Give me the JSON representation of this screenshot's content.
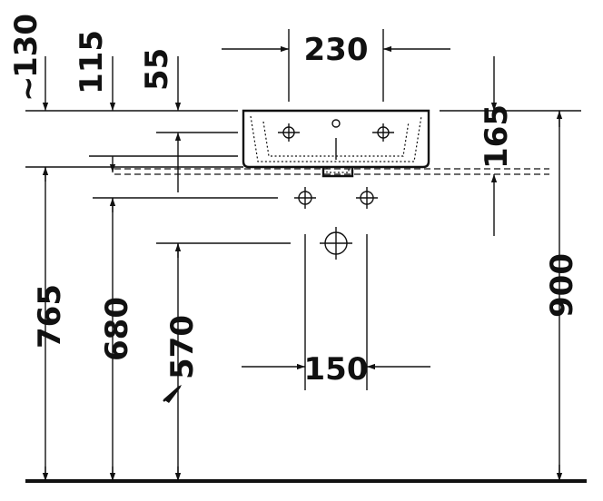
{
  "dimensions": {
    "top_spacing": "130",
    "top_spacing_prefix": "~",
    "drain_offset": "115",
    "tap_hole_offset": "55",
    "tap_width": "230",
    "basin_height": "165",
    "overall_height": "900",
    "overflow_height": "765",
    "supply_height": "680",
    "waste_height": "570",
    "waste_width": "150"
  },
  "colors": {
    "line": "#111111",
    "background": "#ffffff"
  }
}
